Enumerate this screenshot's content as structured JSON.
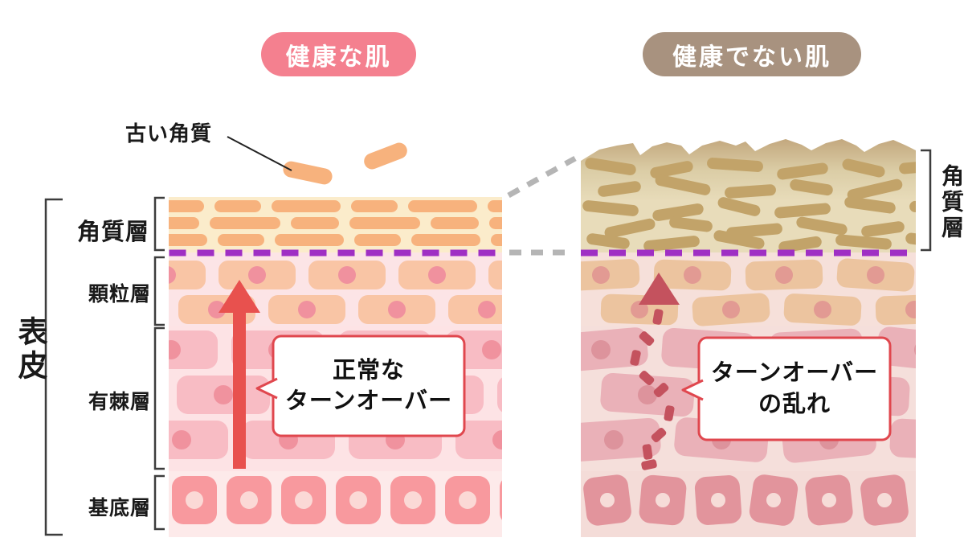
{
  "titles": {
    "healthy": "健康な肌",
    "unhealthy": "健康でない肌"
  },
  "annotations": {
    "old_keratin": "古い角質"
  },
  "layer_labels": {
    "epidermis": "表皮",
    "stratum_corneum_left": "角質層",
    "granular": "顆粒層",
    "spinous": "有棘層",
    "basal": "基底層",
    "stratum_corneum_right": "角質層"
  },
  "bubbles": {
    "normal_turnover": {
      "line1": "正常な",
      "line2": "ターンオーバー"
    },
    "disturbed_turnover": {
      "line1": "ターンオーバー",
      "line2": "の乱れ"
    }
  },
  "colors": {
    "badge_healthy_bg": "#F4808F",
    "badge_unhealthy_bg": "#A8927F",
    "badge_text": "#FFFFFF",
    "text_dark": "#1A1A1A",
    "bracket": "#3D3D3D",
    "pointer_line": "#222222",
    "purple_boundary": "#9F2FC4",
    "gray_dash": "#B5B5B5",
    "arrow_red": "#E8514E",
    "dashed_arrow_red": "#C4525E",
    "bubble_border": "#E0474E",
    "bubble_bg": "#FFFFFF",
    "flake": "#F7B27D",
    "left": {
      "corneum_bg": "#FBECCB",
      "corneum_cell": "#F7B27D",
      "granular_bg": "#FCE4E6",
      "granular_cell": "#F9C5A5",
      "granular_nucleus": "#F0919E",
      "spinous_bg": "#FDE3E5",
      "spinous_cell": "#F8BCC4",
      "spinous_nucleus": "#F0929E",
      "basal_bg": "#FDEAEA",
      "basal_cell": "#F8999E",
      "basal_nucleus": "#FBD9D6"
    },
    "right": {
      "corneum_top": "#C3A87E",
      "corneum_mid": "#DBCDA6",
      "corneum_bg": "#E8DCBA",
      "corneum_cell": "#C2A369",
      "granular_bg": "#F6E0DA",
      "granular_cell": "#ECC49F",
      "granular_nucleus": "#E29A93",
      "spinous_bg": "#F5DFDB",
      "spinous_cell": "#EAB1B8",
      "spinous_nucleus": "#DD939C",
      "basal_bg": "#F4DCD8",
      "basal_cell": "#E2949C",
      "basal_nucleus": "#F6DCD8"
    }
  }
}
